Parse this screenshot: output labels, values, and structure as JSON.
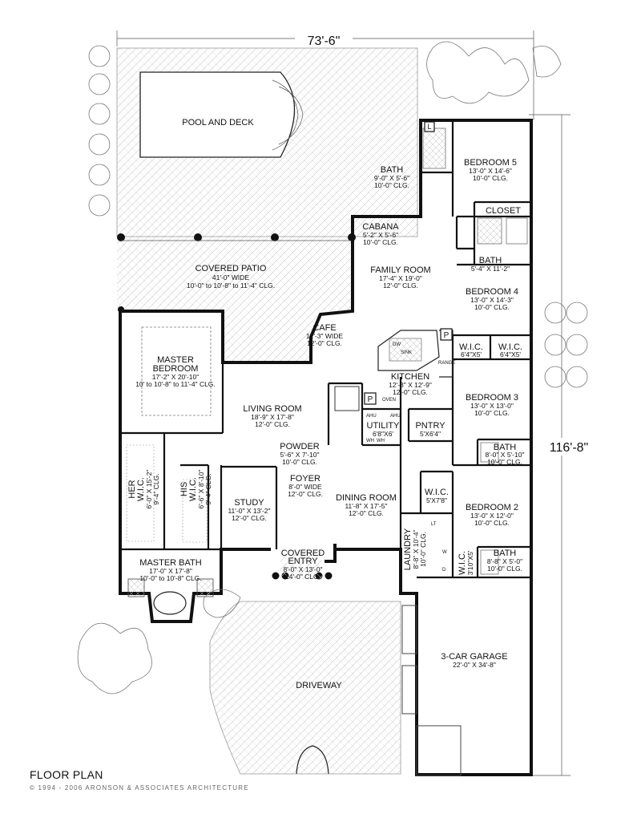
{
  "dimensions": {
    "width": "73'-6\"",
    "depth": "116'-8\""
  },
  "rooms": {
    "pool": {
      "name": "POOL AND DECK"
    },
    "covered_patio": {
      "name": "COVERED PATIO",
      "d1": "41'-0\" WIDE",
      "d2": "10'-0\" to 10'-8\" to 11'-4\" CLG."
    },
    "master_bedroom": {
      "name1": "MASTER",
      "name2": "BEDROOM",
      "d1": "17'-2\" X 20'-10\"",
      "d2": "10' to 10'-8\" to 11'-4\" CLG."
    },
    "cafe": {
      "name": "CAFE",
      "d1": "12'-3\" WIDE",
      "d2": "12'-0\" CLG."
    },
    "cabana": {
      "name": "CABANA",
      "d1": "5'-2\" X 5'-6\"",
      "d2": "10'-0\" CLG."
    },
    "bath_top": {
      "name": "BATH",
      "d1": "9'-0\" X 5'-6\"",
      "d2": "10'-0\" CLG."
    },
    "bedroom5": {
      "name": "BEDROOM 5",
      "d1": "13'-0\" X 14'-6\"",
      "d2": "10'-0\" CLG."
    },
    "closet": {
      "name": "CLOSET"
    },
    "bath_b4": {
      "name": "BATH",
      "d1": "5'-4\" X 11'-2\""
    },
    "family_room": {
      "name": "FAMILY ROOM",
      "d1": "17'-4\" X 19'-0\"",
      "d2": "12'-0\" CLG."
    },
    "bedroom4": {
      "name": "BEDROOM 4",
      "d1": "13'-0\" X 14'-3\"",
      "d2": "10'-0\" CLG."
    },
    "wic_a": {
      "name": "W.I.C.",
      "d1": "6'4\"X5'"
    },
    "wic_b": {
      "name": "W.I.C.",
      "d1": "6'4\"X5'"
    },
    "kitchen": {
      "name": "KITCHEN",
      "d1": "12'-3\" X 12'-9\"",
      "d2": "12'-0\" CLG."
    },
    "bedroom3": {
      "name": "BEDROOM 3",
      "d1": "13'-0\" X 13'-0\"",
      "d2": "10'-0\" CLG."
    },
    "living_room": {
      "name": "LIVING ROOM",
      "d1": "18'-9\" X 17'-8\"",
      "d2": "12'-0\" CLG."
    },
    "utility": {
      "name": "UTILITY",
      "d1": "6'8\"X6'"
    },
    "pantry": {
      "name": "PNTRY",
      "d1": "5'X6'4\""
    },
    "bath_b3": {
      "name": "BATH",
      "d1": "8'-0\" X 5'-10\"",
      "d2": "10'-0\" CLG."
    },
    "powder": {
      "name": "POWDER",
      "d1": "5'-6\" X 7'-10\"",
      "d2": "10'-0\" CLG."
    },
    "her_wic": {
      "name1": "HER",
      "name2": "W.I.C.",
      "d1": "6'-0\" X 15'-2\"",
      "d2": "9'-4\" CLG."
    },
    "his_wic": {
      "name1": "HIS",
      "name2": "W.I.C.",
      "d1": "6'-6\" X 8'-10\"",
      "d2": "9'-4\" CLG."
    },
    "study": {
      "name": "STUDY",
      "d1": "11'-0\" X 13'-2\"",
      "d2": "12'-0\" CLG."
    },
    "foyer": {
      "name": "FOYER",
      "d1": "8'-0\" WIDE",
      "d2": "12'-0\" CLG."
    },
    "dining_room": {
      "name": "DINING ROOM",
      "d1": "11'-8\" X 17'-5\"",
      "d2": "12'-0\" CLG."
    },
    "wic_c": {
      "name": "W.I.C.",
      "d1": "5'X7'8\""
    },
    "bedroom2": {
      "name": "BEDROOM 2",
      "d1": "13'-0\" X 12'-0\"",
      "d2": "10'-0\" CLG."
    },
    "laundry": {
      "name": "LAUNDRY",
      "d1": "8'-8\" X 10'-4\"",
      "d2": "10'-0\" CLG."
    },
    "wic_d": {
      "name": "W.I.C.",
      "d1": "3'10\"X5'"
    },
    "bath_b2": {
      "name": "BATH",
      "d1": "8'-8\" X 5'-0\"",
      "d2": "10'-0\" CLG."
    },
    "master_bath": {
      "name": "MASTER BATH",
      "d1": "17'-0\" X 17'-8\"",
      "d2": "10'-0\" to 10'-8\" CLG."
    },
    "covered_entry": {
      "name1": "COVERED",
      "name2": "ENTRY",
      "d1": "8'-0\" X 13'-0\"",
      "d2": "14'-0\" CLG."
    },
    "garage": {
      "name": "3-CAR GARAGE",
      "d1": "22'-0\" X 34'-8\""
    },
    "driveway": {
      "name": "DRIVEWAY"
    }
  },
  "fixtures": {
    "p1": "P",
    "p2": "P",
    "linen": "L",
    "dw": "DW",
    "sink": "SINK",
    "range": "RANGE",
    "oven": "OVEN",
    "ahu1": "AHU",
    "ahu2": "AHU",
    "wh1": "WH",
    "wh2": "WH",
    "lt": "LT",
    "w": "W",
    "d": "D"
  },
  "footer": {
    "title": "FLOOR PLAN",
    "copyright": "© 1994 - 2006 ARONSON & ASSOCIATES ARCHITECTURE"
  }
}
